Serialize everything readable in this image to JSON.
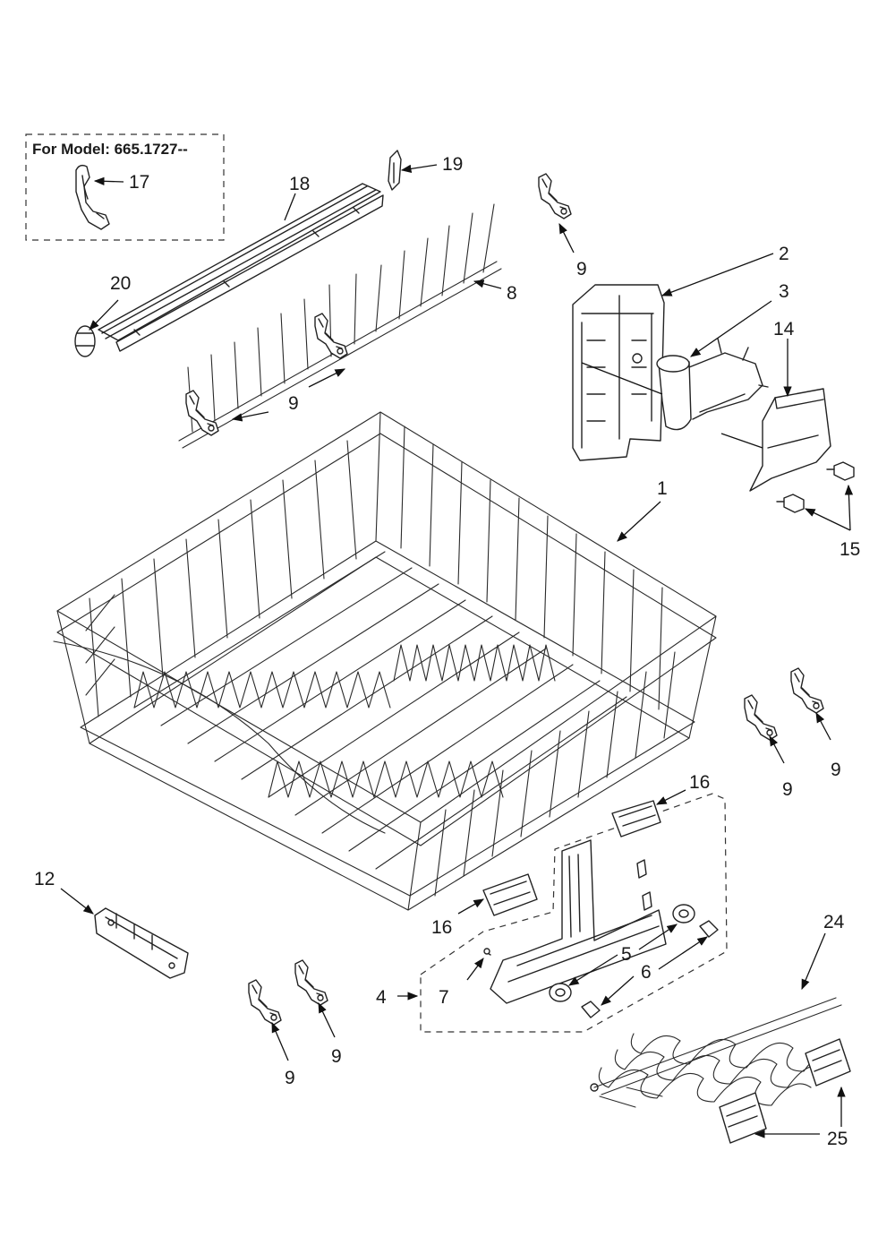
{
  "model_note": "For Model: 665.1727--",
  "callouts": {
    "c1": "1",
    "c2": "2",
    "c3": "3",
    "c4": "4",
    "c5": "5",
    "c6": "6",
    "c7": "7",
    "c8": "8",
    "c9a": "9",
    "c9b": "9",
    "c9c": "9",
    "c9d": "9",
    "c9e": "9",
    "c9f": "9",
    "c12": "12",
    "c14": "14",
    "c15": "15",
    "c16a": "16",
    "c16b": "16",
    "c17": "17",
    "c18": "18",
    "c19": "19",
    "c20": "20",
    "c24": "24",
    "c25": "25"
  }
}
